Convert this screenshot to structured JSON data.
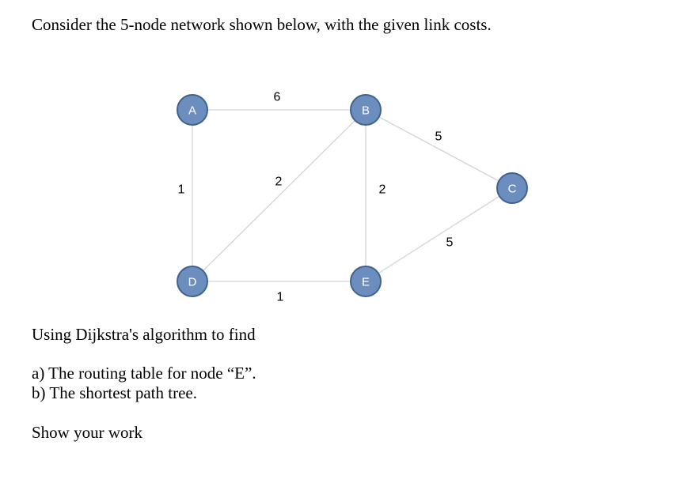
{
  "problem": {
    "intro": "Consider the 5-node network shown below, with the given link costs.",
    "task": "Using Dijkstra's algorithm to find",
    "part_a": "a) The routing table for node “E”.",
    "part_b": "b) The shortest path tree.",
    "closing": "Show your work"
  },
  "network": {
    "nodes": [
      {
        "id": "A"
      },
      {
        "id": "B"
      },
      {
        "id": "C"
      },
      {
        "id": "D"
      },
      {
        "id": "E"
      }
    ],
    "edges": [
      {
        "from": "A",
        "to": "B",
        "cost": "6"
      },
      {
        "from": "A",
        "to": "D",
        "cost": "1"
      },
      {
        "from": "D",
        "to": "B",
        "cost": "2"
      },
      {
        "from": "B",
        "to": "E",
        "cost": "2"
      },
      {
        "from": "B",
        "to": "C",
        "cost": "5"
      },
      {
        "from": "E",
        "to": "C",
        "cost": "5"
      },
      {
        "from": "D",
        "to": "E",
        "cost": "1"
      }
    ]
  },
  "colors": {
    "node_fill": "#6c8ebf",
    "node_stroke": "#41618e",
    "edge_stroke": "#cfd4da"
  }
}
